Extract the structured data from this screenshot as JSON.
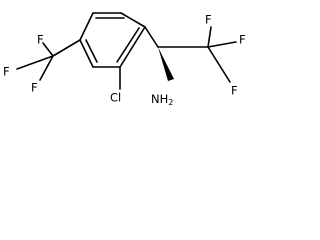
{
  "structure": {
    "atoms": {
      "cl": "Cl",
      "f_cf3_top": "F",
      "f_cf3_left": "F",
      "f_cf3_bottom": "F",
      "f_right_top": "F",
      "f_right_upper": "F",
      "f_right_lower": "F",
      "nh2": "NH",
      "nh2_subscript": "2"
    },
    "stereo": "wedge",
    "colors": {
      "line": "#000000",
      "background": "#ffffff"
    }
  }
}
